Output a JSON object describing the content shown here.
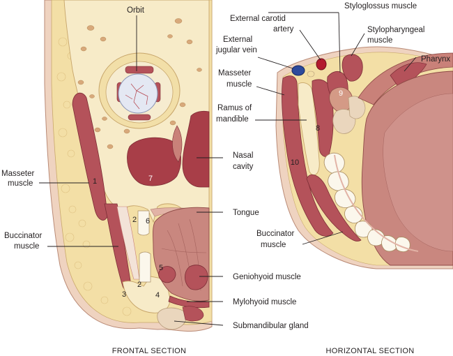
{
  "frontal": {
    "caption": "FRONTAL SECTION",
    "labels": {
      "orbit": "Orbit",
      "masseter_1": "Masseter",
      "masseter_2": "muscle",
      "buccinator_1": "Buccinator",
      "buccinator_2": "muscle",
      "nasal_1": "Nasal",
      "nasal_2": "cavity",
      "tongue": "Tongue",
      "geniohyoid": "Geniohyoid muscle",
      "mylohyoid": "Mylohyoid muscle",
      "submandibular": "Submandibular gland"
    },
    "numbers": {
      "n1": "1",
      "n2a": "2",
      "n2b": "2",
      "n3": "3",
      "n4": "4",
      "n5": "5",
      "n6": "6",
      "n7": "7"
    }
  },
  "horizontal": {
    "caption": "HORIZONTAL SECTION",
    "labels": {
      "styloglossus": "Styloglossus muscle",
      "ext_carotid_1": "External carotid",
      "ext_carotid_2": "artery",
      "stylopharyngeal_1": "Stylopharyngeal",
      "stylopharyngeal_2": "muscle",
      "ext_jugular_1": "External",
      "ext_jugular_2": "jugular vein",
      "pharynx": "Pharynx",
      "masseter_1": "Masseter",
      "masseter_2": "muscle",
      "ramus_1": "Ramus of",
      "ramus_2": "mandible",
      "buccinator_1": "Buccinator",
      "buccinator_2": "muscle"
    },
    "numbers": {
      "n8": "8",
      "n9": "9",
      "n10": "10"
    }
  },
  "colors": {
    "skin": "#f1d9c7",
    "fat": "#f3dfa6",
    "bone": "#f7ebc8",
    "muscle": "#b4525a",
    "muscle_light": "#c98179",
    "cavity": "#a83e48",
    "mucosa": "#e2b3a6",
    "tongue": "#c9877f",
    "eyeball": "#e4e8f3",
    "vein": "#2d4a9c",
    "artery": "#b31b2e",
    "tooth": "#fbf7ec"
  }
}
